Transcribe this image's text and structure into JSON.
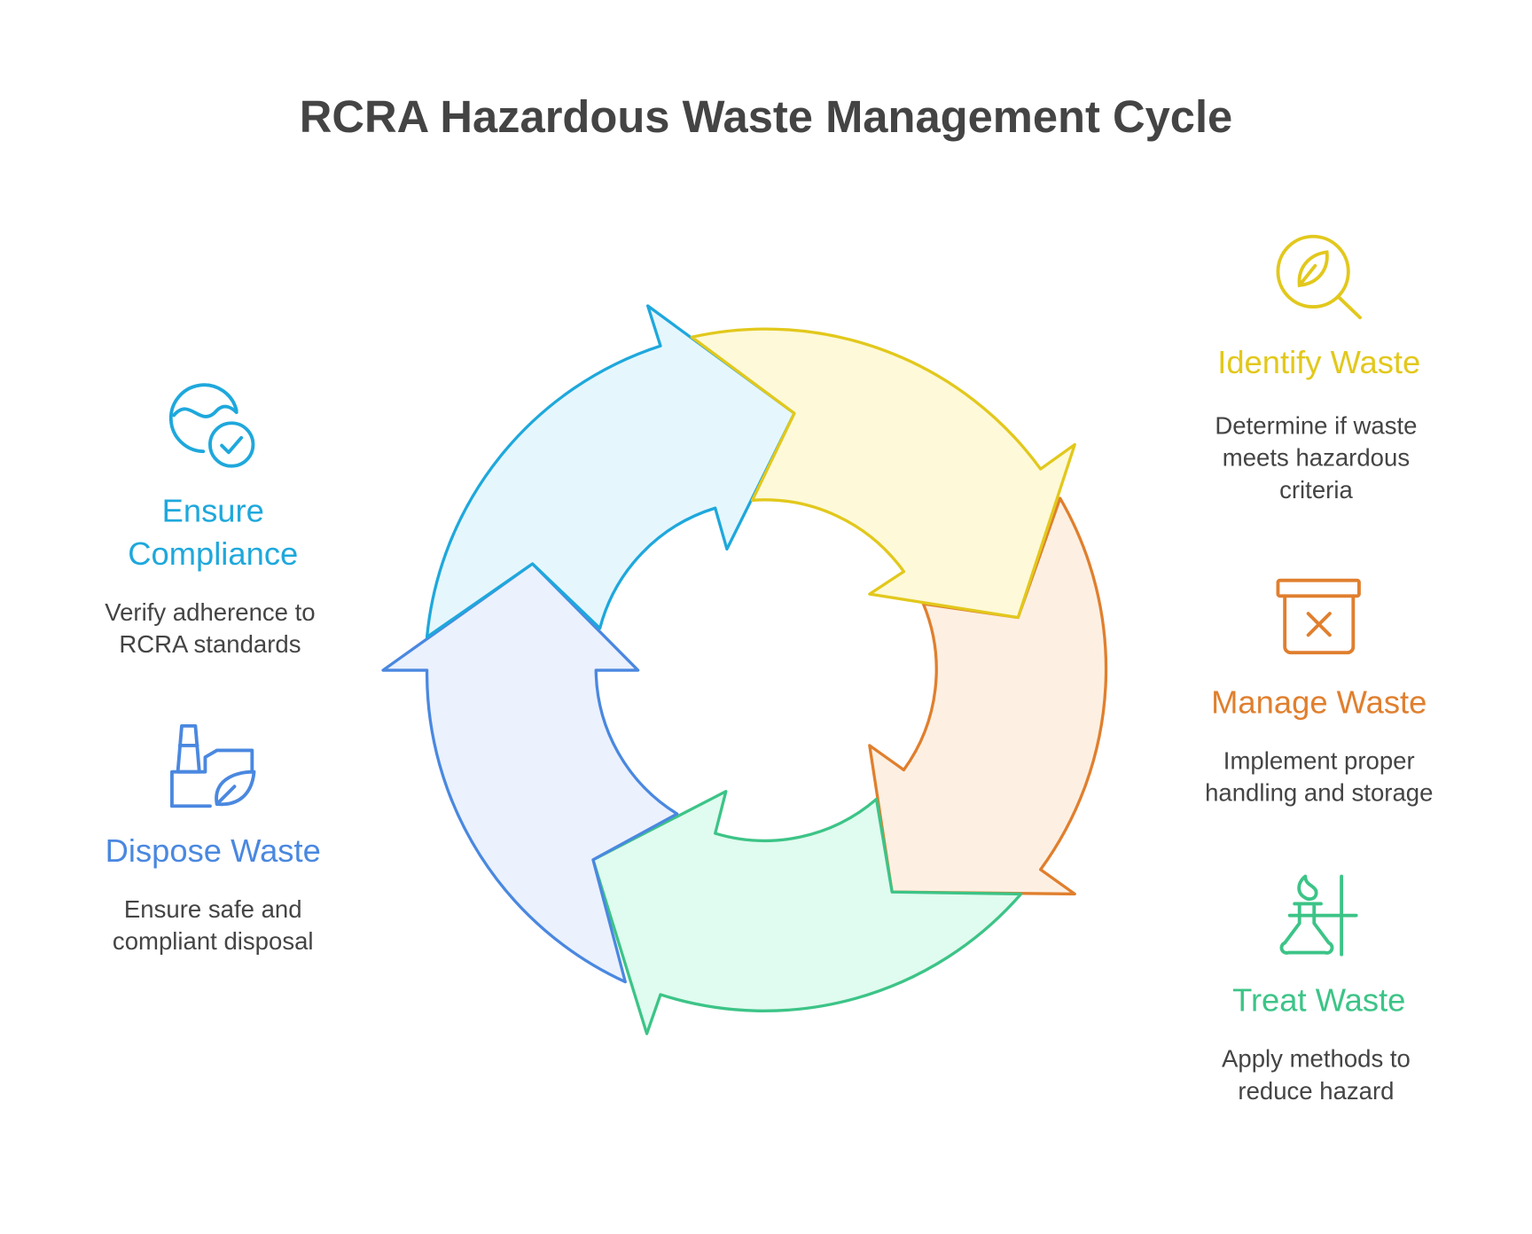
{
  "title": "RCRA Hazardous Waste Management Cycle",
  "colors": {
    "yellow": "#e2c81c",
    "orange": "#e07f2e",
    "green": "#3cc487",
    "blue": "#4a88e0",
    "cyan": "#1ea8dc",
    "text": "#444444"
  },
  "steps": [
    {
      "name": "Identify Waste",
      "desc": [
        "Determine if waste",
        "meets hazardous",
        "criteria"
      ],
      "icon": "leaf-magnifier-icon"
    },
    {
      "name": "Manage Waste",
      "desc": [
        "Implement proper",
        "handling and storage"
      ],
      "icon": "storage-box-icon"
    },
    {
      "name": "Treat Waste",
      "desc": [
        "Apply methods to",
        "reduce hazard"
      ],
      "icon": "flask-burner-icon"
    },
    {
      "name": "Dispose Waste",
      "desc": [
        "Ensure safe and",
        "compliant disposal"
      ],
      "icon": "factory-leaf-icon"
    },
    {
      "name": "Ensure",
      "name2": "Compliance",
      "desc": [
        "Verify adherence to",
        "RCRA standards"
      ],
      "icon": "globe-check-icon"
    }
  ]
}
